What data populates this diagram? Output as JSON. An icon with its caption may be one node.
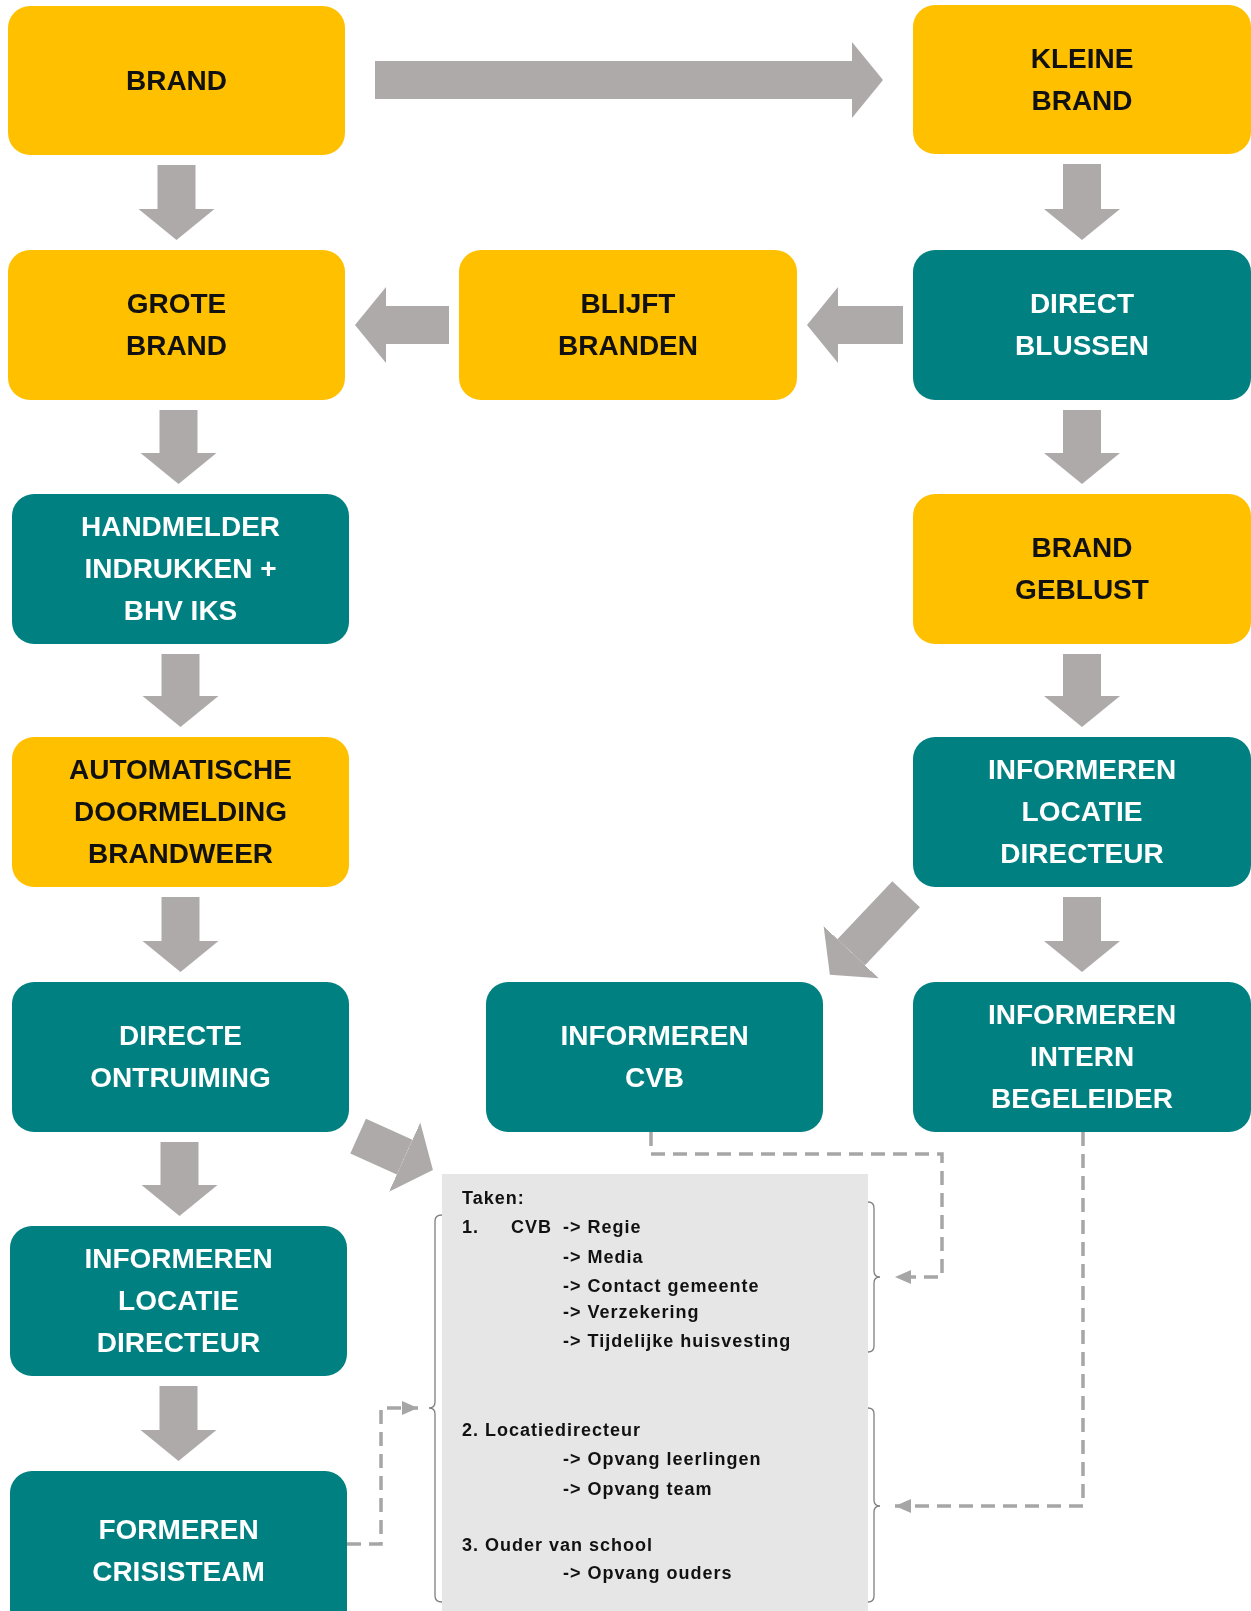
{
  "diagram": {
    "nodes": [
      {
        "text": [
          "BRAND"
        ]
      },
      {
        "text": [
          "KLEINE BRAND"
        ]
      },
      {
        "text": [
          "GROTE BRAND"
        ]
      },
      {
        "text": [
          "BLIJFT BRANDEN"
        ]
      },
      {
        "text": [
          "DIRECT BLUSSEN"
        ]
      },
      {
        "text": [
          "HANDMELDER INDRUKKEN + BHV IKS"
        ]
      },
      {
        "text": [
          "BRAND GEBLUST"
        ]
      },
      {
        "text": [
          "AUTOMATISCHE DOORMELDING BRANDWEER"
        ]
      },
      {
        "text": [
          "INFORMEREN LOCATIE DIRECTEUR"
        ]
      },
      {
        "text": [
          "DIRECTE ONTRUIMING"
        ]
      },
      {
        "text": [
          "INFORMEREN CVB"
        ]
      },
      {
        "text": [
          "INFORMEREN INTERN BEGELEIDER"
        ]
      },
      {
        "text": [
          "INFORMEREN LOCATIE DIRECTEUR"
        ]
      },
      {
        "text": [
          "FORMEREN CRISISTEAM"
        ]
      },
      {
        "text": [
          "Taken:",
          "1.",
          "CVB",
          "-> Regie",
          "-> Media",
          "-> Contact gemeente",
          "-> Verzekering",
          "-> Tijdelijke huisvesting",
          "2. Locatiedirecteur",
          "-> Opvang leerlingen",
          "-> Opvang team",
          "3. Ouder van school",
          "-> Opvang ouders"
        ]
      }
    ],
    "edges": [
      {
        "from": 0,
        "to": 1,
        "arrow": "to"
      },
      {
        "from": 0,
        "to": 2,
        "arrow": "to"
      },
      {
        "from": 1,
        "to": 4,
        "arrow": "to"
      },
      {
        "from": 4,
        "to": 3,
        "arrow": "to"
      },
      {
        "from": 3,
        "to": 2,
        "arrow": "to"
      },
      {
        "from": 2,
        "to": 5,
        "arrow": "to"
      },
      {
        "from": 4,
        "to": 6,
        "arrow": "to"
      },
      {
        "from": 5,
        "to": 7,
        "arrow": "to"
      },
      {
        "from": 6,
        "to": 8,
        "arrow": "to"
      },
      {
        "from": 7,
        "to": 9,
        "arrow": "to"
      },
      {
        "from": 8,
        "to": 11,
        "arrow": "to"
      },
      {
        "from": 8,
        "to": 10,
        "arrow": "to"
      },
      {
        "from": 9,
        "to": 12,
        "arrow": "to"
      },
      {
        "from": 12,
        "to": 13,
        "arrow": "to"
      },
      {
        "from": 9,
        "to": 14,
        "arrow": "to"
      },
      {
        "from": 10,
        "to": 14,
        "arrow": "to",
        "style": "dashed"
      },
      {
        "from": 11,
        "to": 14,
        "arrow": "to",
        "style": "dashed"
      },
      {
        "from": 13,
        "to": 14,
        "arrow": "to",
        "style": "dashed"
      }
    ]
  }
}
